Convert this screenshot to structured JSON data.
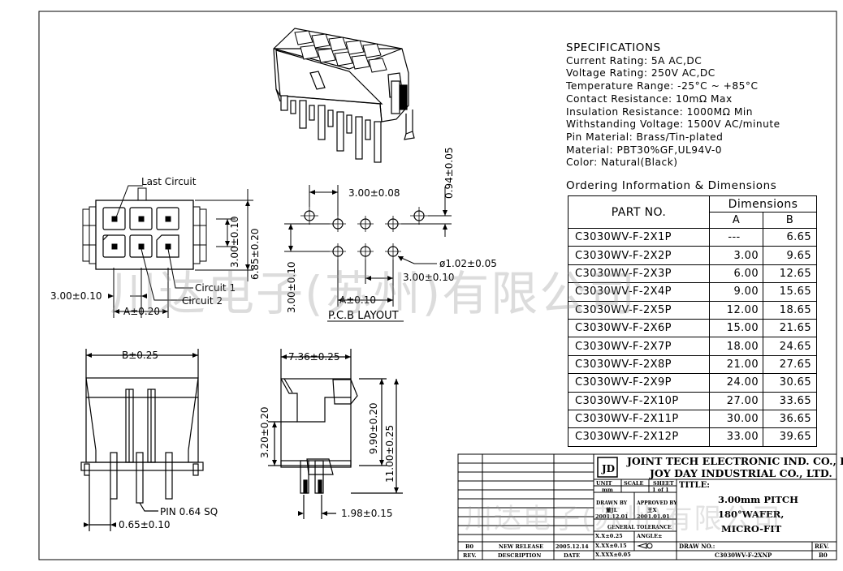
{
  "specifications": {
    "title": "SPECIFICATIONS",
    "lines": [
      "Current Rating: 5A AC,DC",
      "Voltage Rating: 250V AC,DC",
      "Temperature Range: -25°C ~ +85°C",
      "Contact Resistance: 10mΩ Max",
      "Insulation Resistance: 1000MΩ Min",
      "Withstanding Voltage: 1500V AC/minute",
      "Pin Material: Brass/Tin-plated",
      "Material: PBT30%GF,UL94V-0",
      "Color: Natural(Black)"
    ]
  },
  "ordering": {
    "title": "Ordering Information & Dimensions",
    "header_part": "PART NO.",
    "header_dimensions": "Dimensions",
    "header_a": "A",
    "header_b": "B",
    "rows": [
      {
        "part": "C3030WV-F-2X1P",
        "a": "---",
        "b": "6.65"
      },
      {
        "part": "C3030WV-F-2X2P",
        "a": "3.00",
        "b": "9.65"
      },
      {
        "part": "C3030WV-F-2X3P",
        "a": "6.00",
        "b": "12.65"
      },
      {
        "part": "C3030WV-F-2X4P",
        "a": "9.00",
        "b": "15.65"
      },
      {
        "part": "C3030WV-F-2X5P",
        "a": "12.00",
        "b": "18.65"
      },
      {
        "part": "C3030WV-F-2X6P",
        "a": "15.00",
        "b": "21.65"
      },
      {
        "part": "C3030WV-F-2X7P",
        "a": "18.00",
        "b": "24.65"
      },
      {
        "part": "C3030WV-F-2X8P",
        "a": "21.00",
        "b": "27.65"
      },
      {
        "part": "C3030WV-F-2X9P",
        "a": "24.00",
        "b": "30.65"
      },
      {
        "part": "C3030WV-F-2X10P",
        "a": "27.00",
        "b": "33.65"
      },
      {
        "part": "C3030WV-F-2X11P",
        "a": "30.00",
        "b": "36.65"
      },
      {
        "part": "C3030WV-F-2X12P",
        "a": "33.00",
        "b": "39.65"
      }
    ]
  },
  "front_view": {
    "last_circuit": "Last Circuit",
    "circuit_1": "Circuit 1",
    "circuit_2": "Circuit 2",
    "dim_pitch": "3.00±0.10",
    "dim_a": "A±0.20",
    "dim_row_pitch": "3.00±0.10",
    "dim_height": "6.85±0.20"
  },
  "pcb_layout": {
    "title": "P.C.B LAYOUT",
    "dim_top": "3.00±0.08",
    "dim_right": "0.94±0.05",
    "dim_hole": "ø1.02±0.05",
    "dim_bottom": "3.00±0.10",
    "dim_a": "A±0.10",
    "dim_left": "3.00±0.10"
  },
  "bottom_view": {
    "dim_b": "B±0.25",
    "pin": "PIN 0.64 SQ",
    "dim_pin_offset": "0.65±0.10"
  },
  "side_view": {
    "dim_width": "7.36±0.25",
    "dim_320": "3.20±0.20",
    "dim_990": "9.90±0.20",
    "dim_1100": "11.00±0.25",
    "dim_198": "1.98±0.15"
  },
  "title_block": {
    "company_en": "JOINT TECH ELECTRONIC IND. CO., LTD.",
    "company_alt": "JOY DAY INDUSTRIAL CO., LTD.",
    "logo_text": "JD",
    "unit_label": "UNIT",
    "unit_value": "mm",
    "scale_label": "SCALE",
    "sheet_label": "SHEET",
    "sheet_value": "1 of 1",
    "title_label": "TITLE:",
    "title_lines": [
      "3.00mm PITCH",
      "180°WAFER,",
      "MICRO-FIT"
    ],
    "drawn_by_label": "DRAWN BY",
    "drawn_by_name": "董JL",
    "drawn_date": "2001.12.01",
    "approved_by_label": "APPROVED BY",
    "approved_by_name": "王X",
    "approved_date": "2001.01.01",
    "tolerance_label": "GENERAL TOLERANCE",
    "tol_1": "X.X±0.25",
    "tol_2": "X.XX±0.15",
    "tol_3": "X.XXX±0.05",
    "angle_label": "ANGLE±",
    "draw_no_label": "DRAW NO.:",
    "draw_no": "C3030WV-F-2XNP",
    "rev_label": "REV.",
    "rev_value": "B0",
    "revision_row": {
      "rev": "B0",
      "description": "NEW RELEASE",
      "date": "2005.12.14"
    },
    "footer_rev": "REV.",
    "footer_description": "DESCRIPTION",
    "footer_date": "DATE"
  },
  "watermark": "川达电子(苏州)有限公司",
  "watermark2": "川达电子(苏州)有限公司"
}
